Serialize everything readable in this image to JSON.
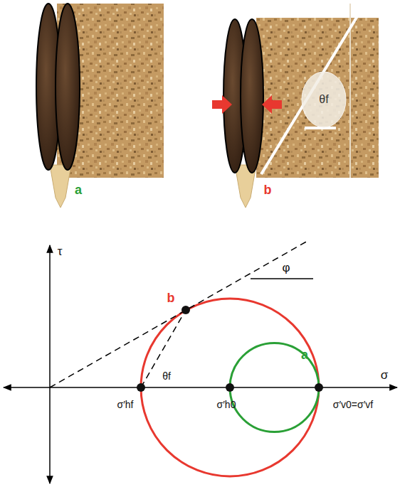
{
  "diagram": {
    "nodes": [
      {
        "text": [
          "θf"
        ]
      }
    ],
    "labels": [
      "a",
      "b",
      "τ",
      "σ",
      "φ",
      "b",
      "a",
      "θf",
      "σ′hf",
      "σ′h0",
      "σ′v0=σ′vf"
    ]
  }
}
